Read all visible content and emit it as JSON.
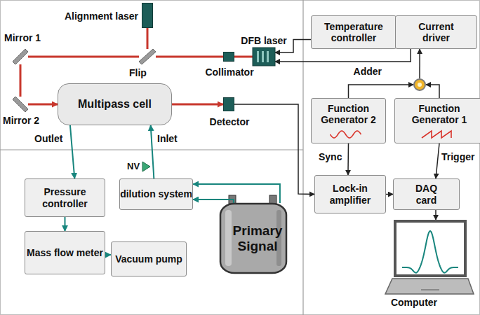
{
  "diagram": {
    "nodes": [
      {
        "text": [
          "Alignment laser"
        ]
      },
      {
        "text": [
          "Mirror 1"
        ]
      },
      {
        "text": [
          "Flip"
        ]
      },
      {
        "text": [
          "Collimator"
        ]
      },
      {
        "text": [
          "DFB laser"
        ]
      },
      {
        "text": [
          "Temperature controller"
        ]
      },
      {
        "text": [
          "Current driver"
        ]
      },
      {
        "text": [
          "Adder"
        ]
      },
      {
        "text": [
          "Mirror 2"
        ]
      },
      {
        "text": [
          "Multipass cell"
        ]
      },
      {
        "text": [
          "Detector"
        ]
      },
      {
        "text": [
          "Function Generator 2"
        ]
      },
      {
        "text": [
          "Function Generator 1"
        ]
      },
      {
        "text": [
          "Lock-in amplifier"
        ]
      },
      {
        "text": [
          "DAQ card"
        ]
      },
      {
        "text": [
          "Pressure controller"
        ]
      },
      {
        "text": [
          "dilution system"
        ]
      },
      {
        "text": [
          "Primary Signal"
        ]
      },
      {
        "text": [
          "Mass flow meter"
        ]
      },
      {
        "text": [
          "Vacuum pump"
        ]
      },
      {
        "text": [
          "Computer"
        ]
      }
    ],
    "edges": [
      {
        "from": 0,
        "to": 2,
        "arrow": "none"
      },
      {
        "from": 4,
        "to": 3,
        "arrow": "none"
      },
      {
        "from": 3,
        "to": 2,
        "arrow": "none"
      },
      {
        "from": 2,
        "to": 1,
        "arrow": "none"
      },
      {
        "from": 1,
        "to": 8,
        "arrow": "none"
      },
      {
        "from": 8,
        "to": 9,
        "arrow": "to"
      },
      {
        "from": 9,
        "to": 10,
        "arrow": "to"
      },
      {
        "from": 5,
        "to": 4,
        "arrow": "to"
      },
      {
        "from": 6,
        "to": 4,
        "arrow": "to"
      },
      {
        "from": 7,
        "to": 6,
        "arrow": "to"
      },
      {
        "from": 11,
        "to": 7,
        "arrow": "to"
      },
      {
        "from": 12,
        "to": 7,
        "arrow": "to"
      },
      {
        "from": 10,
        "to": 13,
        "arrow": "to"
      },
      {
        "from": 11,
        "to": 13,
        "label": "Sync",
        "arrow": "to"
      },
      {
        "from": 12,
        "to": 14,
        "label": "Trigger",
        "arrow": "to"
      },
      {
        "from": 13,
        "to": 14,
        "arrow": "to"
      },
      {
        "from": 14,
        "to": 20,
        "arrow": "to"
      },
      {
        "from": 9,
        "to": 15,
        "label": "Outlet",
        "arrow": "to"
      },
      {
        "from": 15,
        "to": 18,
        "arrow": "to"
      },
      {
        "from": 18,
        "to": 19,
        "arrow": "to"
      },
      {
        "from": 16,
        "to": 9,
        "label": "Inlet",
        "arrow": "to"
      },
      {
        "from": 17,
        "to": 16,
        "arrow": "to"
      },
      {
        "from": 17,
        "to": 16,
        "arrow": "to"
      }
    ],
    "labels": [
      "NV"
    ]
  }
}
